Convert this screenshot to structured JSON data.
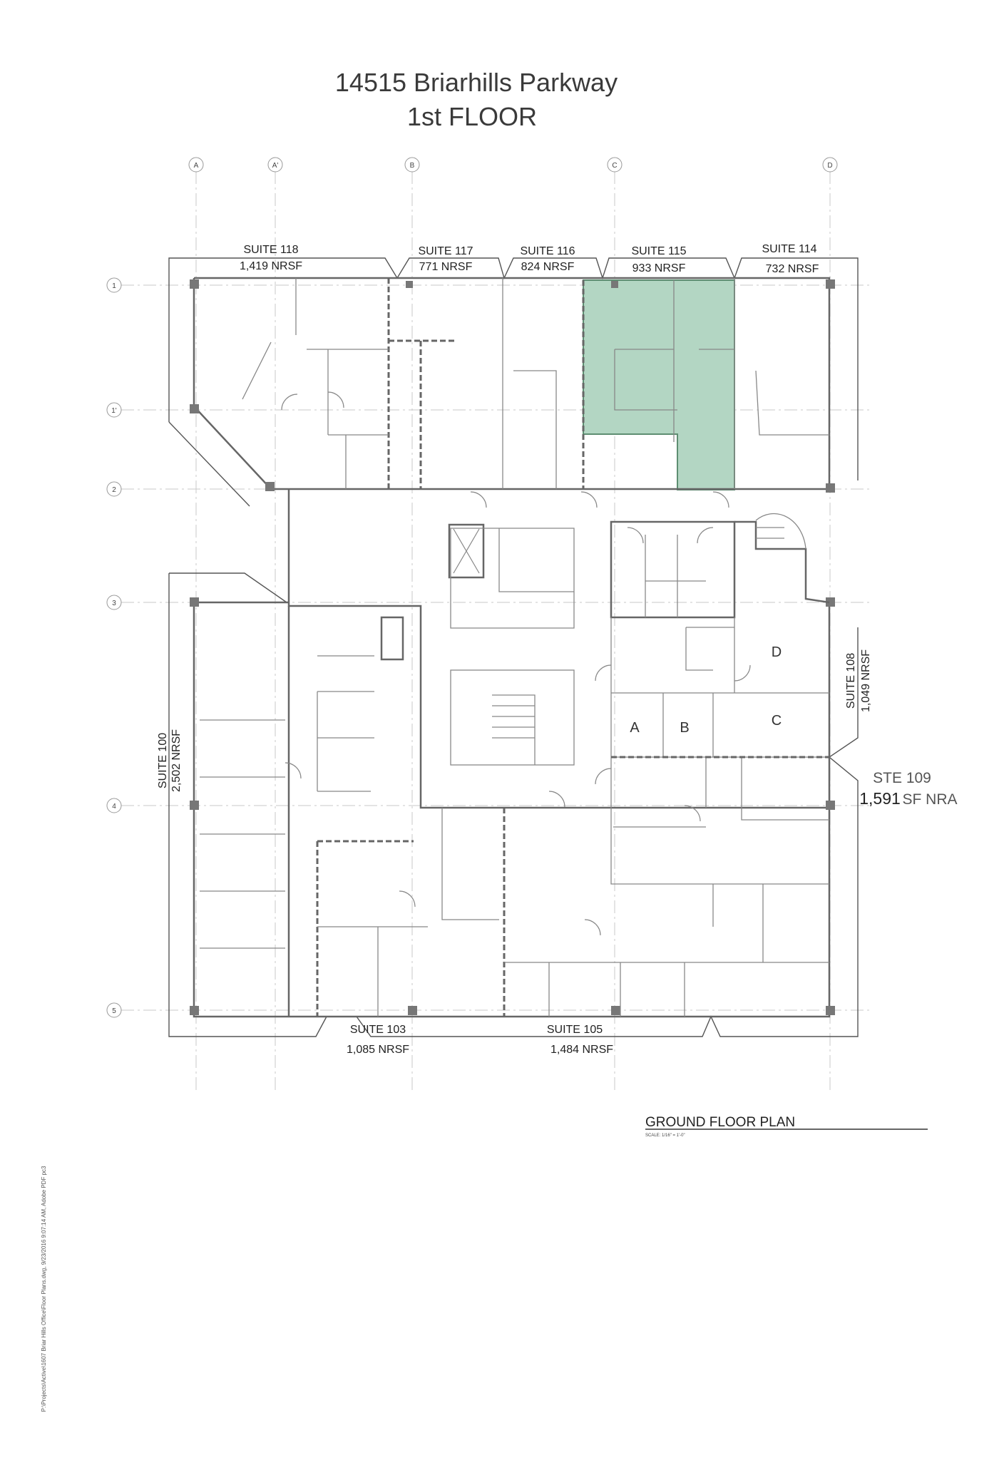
{
  "header": {
    "address": "14515 Briarhills Parkway",
    "floor": "1st FLOOR"
  },
  "grid": {
    "columns": [
      "A",
      "A'",
      "B",
      "C",
      "D"
    ],
    "rows": [
      "1",
      "1'",
      "2",
      "3",
      "4",
      "5"
    ]
  },
  "suites": [
    {
      "name": "SUITE 118",
      "area": "1,419 NRSF"
    },
    {
      "name": "SUITE 117",
      "area": "771 NRSF"
    },
    {
      "name": "SUITE 116",
      "area": "824 NRSF"
    },
    {
      "name": "SUITE 115",
      "area": "933 NRSF",
      "highlighted": true
    },
    {
      "name": "SUITE 114",
      "area": "732 NRSF"
    },
    {
      "name": "SUITE 100",
      "area": "2,502 NRSF"
    },
    {
      "name": "SUITE 108",
      "area": "1,049 NRSF"
    },
    {
      "name": "SUITE 103",
      "area": "1,085 NRSF"
    },
    {
      "name": "SUITE 105",
      "area": "1,484 NRSF"
    }
  ],
  "ste109": {
    "name": "STE 109",
    "area_value": "1,591",
    "area_unit": "SF NRA"
  },
  "rooms": [
    "A",
    "B",
    "C",
    "D"
  ],
  "plan": {
    "title": "GROUND FLOOR PLAN",
    "scale": "SCALE: 1/16\" = 1'-0\""
  },
  "file_path": "P:\\Projects\\Active\\1607 Briar Hills Office\\Floor Plans.dwg, 9/23/2016 9:07:14 AM, Adobe PDF pc3",
  "colors": {
    "highlight": "#b3d6c3",
    "highlight_stroke": "#5e8e72",
    "walls": "#666666"
  }
}
